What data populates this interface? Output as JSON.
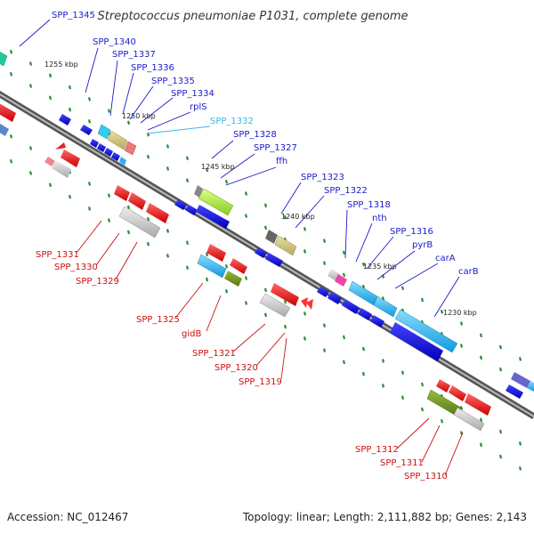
{
  "title": "Streptococcus pneumoniae P1031, complete genome",
  "footer": {
    "accession": "Accession: NC_012467",
    "summary": "Topology: linear; Length: 2,111,882 bp; Genes: 2,143"
  },
  "colors": {
    "forward_label": "#1a1acc",
    "reverse_label": "#cc1111",
    "highlight_label": "#33bbee",
    "backbone": "#777777",
    "tick": "#2e8b2e"
  },
  "kbp_ticks": [
    "1255 kbp",
    "1250 kbp",
    "1245 kbp",
    "1240 kbp",
    "1235 kbp",
    "1230 kbp"
  ],
  "forward_genes": [
    {
      "name": "SPP_1345"
    },
    {
      "name": "SPP_1340"
    },
    {
      "name": "SPP_1337"
    },
    {
      "name": "SPP_1336"
    },
    {
      "name": "SPP_1335"
    },
    {
      "name": "SPP_1334"
    },
    {
      "name": "rplS"
    },
    {
      "name": "SPP_1332"
    },
    {
      "name": "SPP_1328"
    },
    {
      "name": "SPP_1327"
    },
    {
      "name": "ffh"
    },
    {
      "name": "SPP_1323"
    },
    {
      "name": "SPP_1322"
    },
    {
      "name": "SPP_1318"
    },
    {
      "name": "nth"
    },
    {
      "name": "SPP_1316"
    },
    {
      "name": "pyrB"
    },
    {
      "name": "carA"
    },
    {
      "name": "carB"
    }
  ],
  "reverse_genes": [
    {
      "name": "SPP_1331"
    },
    {
      "name": "SPP_1330"
    },
    {
      "name": "SPP_1329"
    },
    {
      "name": "SPP_1325"
    },
    {
      "name": "gidB"
    },
    {
      "name": "SPP_1321"
    },
    {
      "name": "SPP_1320"
    },
    {
      "name": "SPP_1319"
    },
    {
      "name": "SPP_1312"
    },
    {
      "name": "SPP_1311"
    },
    {
      "name": "SPP_1310"
    }
  ]
}
